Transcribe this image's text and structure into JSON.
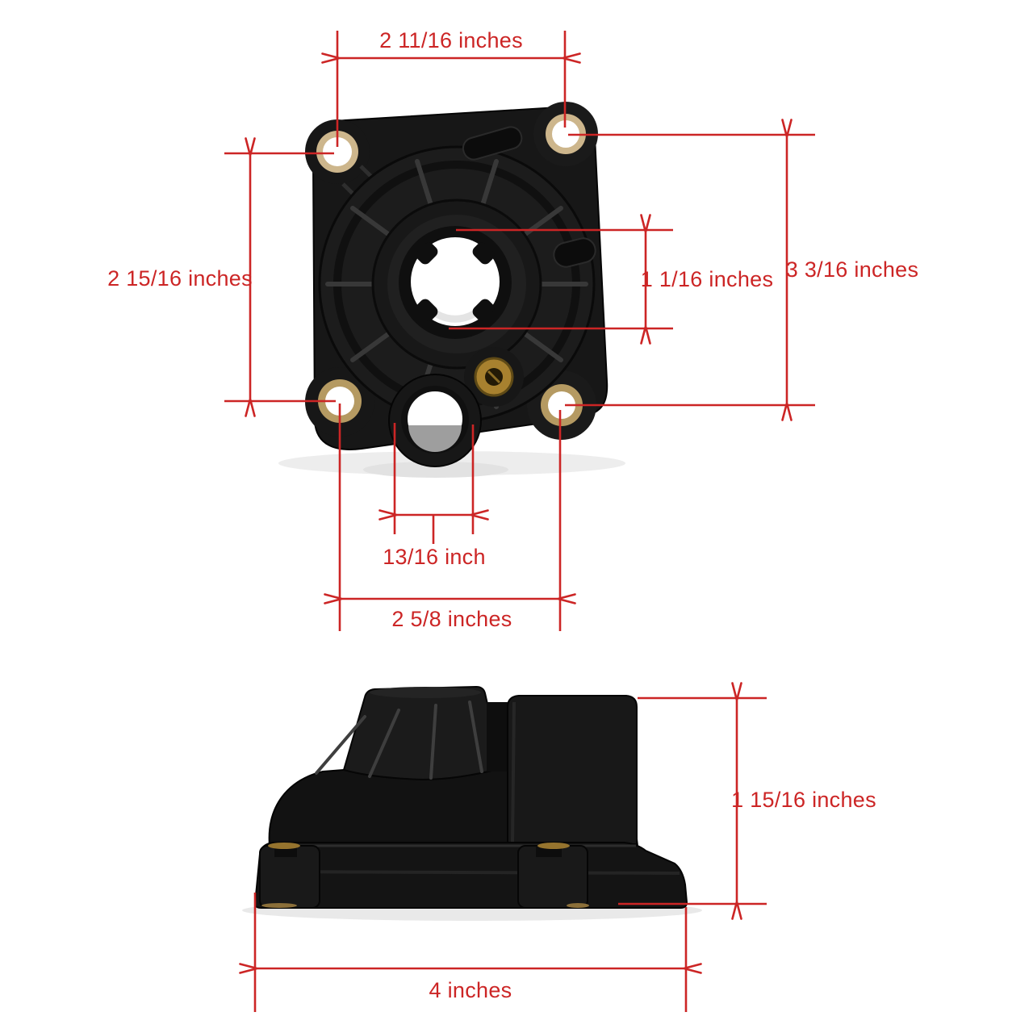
{
  "colors": {
    "dimension_red": "#cc2525",
    "part_black": "#161616",
    "brass": "#a8812f",
    "background": "#ffffff"
  },
  "labels": {
    "top_width": "2 11/16 inches",
    "left_height": "2 15/16 inches",
    "center_hole_height": "1 1/16 inches",
    "right_height": "3 3/16 inches",
    "tube_hole_width": "13/16 inch",
    "bottom_width": "2 5/8 inches",
    "side_height": "1 15/16 inches",
    "side_width": "4 inches"
  }
}
